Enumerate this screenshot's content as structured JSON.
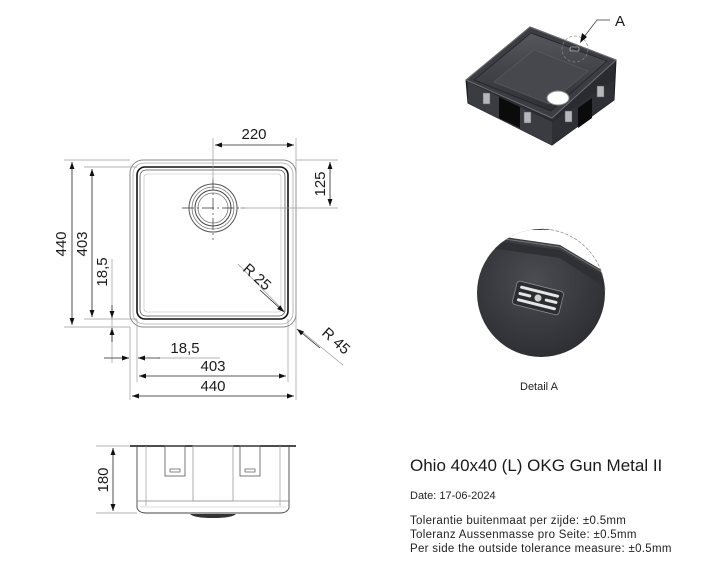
{
  "product": {
    "title": "Ohio 40x40 (L) OKG Gun Metal II",
    "date_label": "Date: 17-06-2024"
  },
  "tolerances": [
    "Tolerantie buitenmaat per zijde: ±0.5mm",
    "Toleranz Aussenmasse pro Seite: ±0.5mm",
    "Per side the outside tolerance measure: ±0.5mm"
  ],
  "top_view": {
    "dimensions": {
      "drain_x": "220",
      "drain_y": "125",
      "outer_height": "440",
      "inner_height": "403",
      "wall_vertical": "18,5",
      "wall_horizontal": "18,5",
      "inner_width": "403",
      "outer_width": "440",
      "inner_radius": "R  25",
      "outer_radius": "R  45"
    }
  },
  "side_view": {
    "dimensions": {
      "depth": "180"
    }
  },
  "iso_view": {
    "callout_label": "A"
  },
  "detail_view": {
    "label": "Detail A"
  },
  "colors": {
    "line": "#1a1a1a",
    "dim_line": "#9a9a9a",
    "sink_dark": "#3d3f44",
    "sink_shadow": "#0e0e10"
  }
}
